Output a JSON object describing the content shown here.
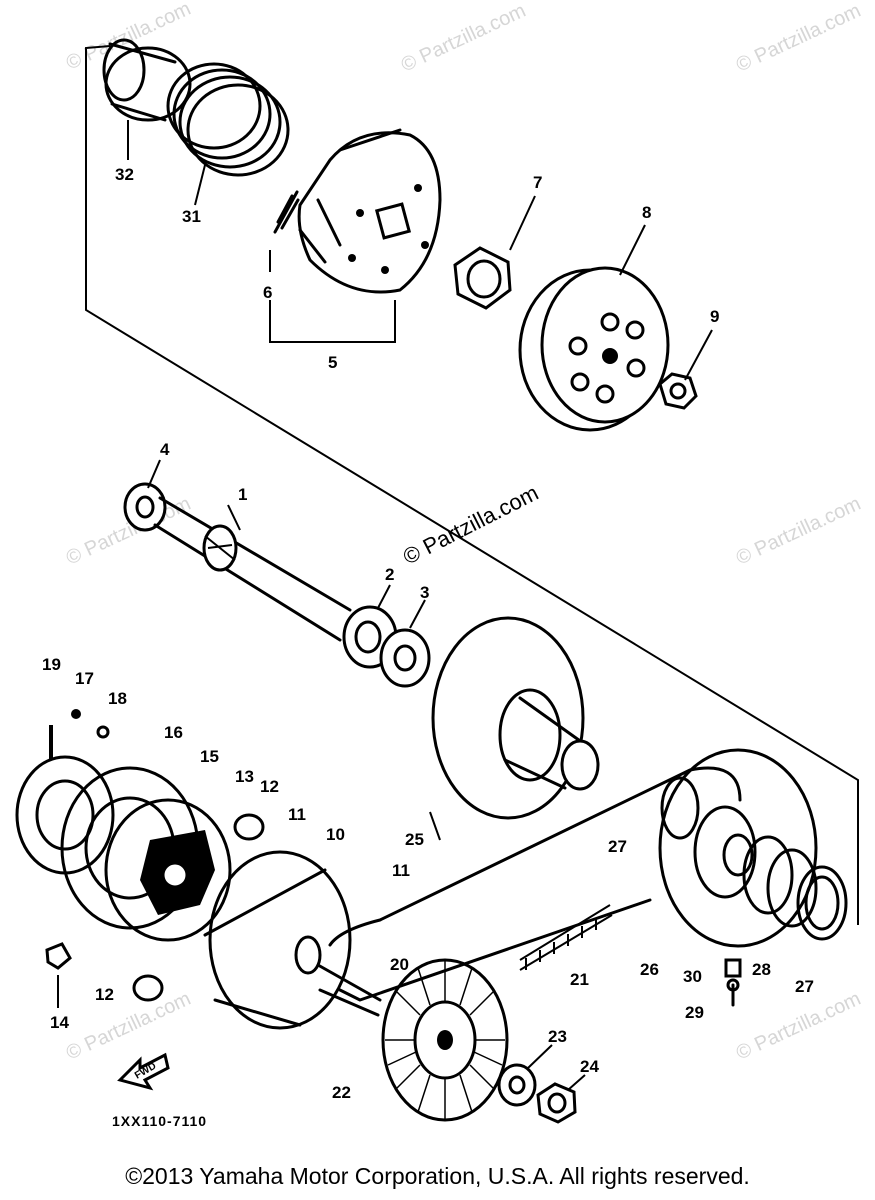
{
  "watermark": "© Partzilla.com",
  "diagram": {
    "part_code": "1XX110-7110",
    "fwd_label": "FWD",
    "callouts": [
      "1",
      "2",
      "3",
      "4",
      "5",
      "6",
      "7",
      "8",
      "9",
      "10",
      "11",
      "11",
      "12",
      "12",
      "13",
      "14",
      "15",
      "16",
      "17",
      "18",
      "19",
      "20",
      "21",
      "22",
      "23",
      "24",
      "25",
      "26",
      "27",
      "27",
      "28",
      "29",
      "30",
      "31",
      "32"
    ]
  },
  "footer": {
    "copyright": "©2013  Yamaha Motor Corporation, U.S.A. All rights reserved."
  }
}
